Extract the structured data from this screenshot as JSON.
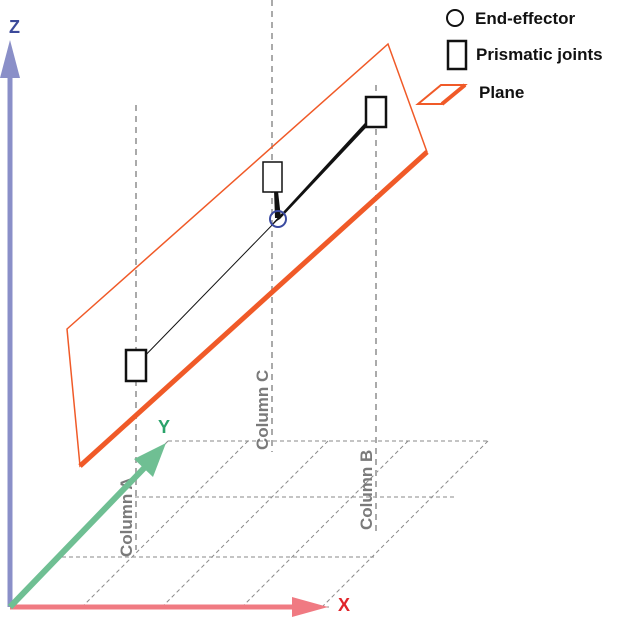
{
  "legend": {
    "end_effector": {
      "label": "End-effector",
      "icon": "circle-outline"
    },
    "prismatic": {
      "label": "Prismatic joints",
      "icon": "rectangle-outline"
    },
    "plane": {
      "label": "Plane",
      "icon": "parallelogram-outline"
    }
  },
  "axes": {
    "z": {
      "label": "Z",
      "color": "#7b7ec0"
    },
    "y": {
      "label": "Y",
      "color": "#2aa36a"
    },
    "x": {
      "label": "X",
      "color": "#e0252b"
    }
  },
  "columns": {
    "a": {
      "label": "Column A"
    },
    "b": {
      "label": "Column B"
    },
    "c": {
      "label": "Column C"
    }
  },
  "colors": {
    "plane": "#f05a28",
    "end_effector": "#3a4aa0",
    "grid": "#8a8a8a",
    "z_axis": "#8a8fc8",
    "y_axis": "#6fbf93",
    "x_axis": "#f07a82"
  }
}
